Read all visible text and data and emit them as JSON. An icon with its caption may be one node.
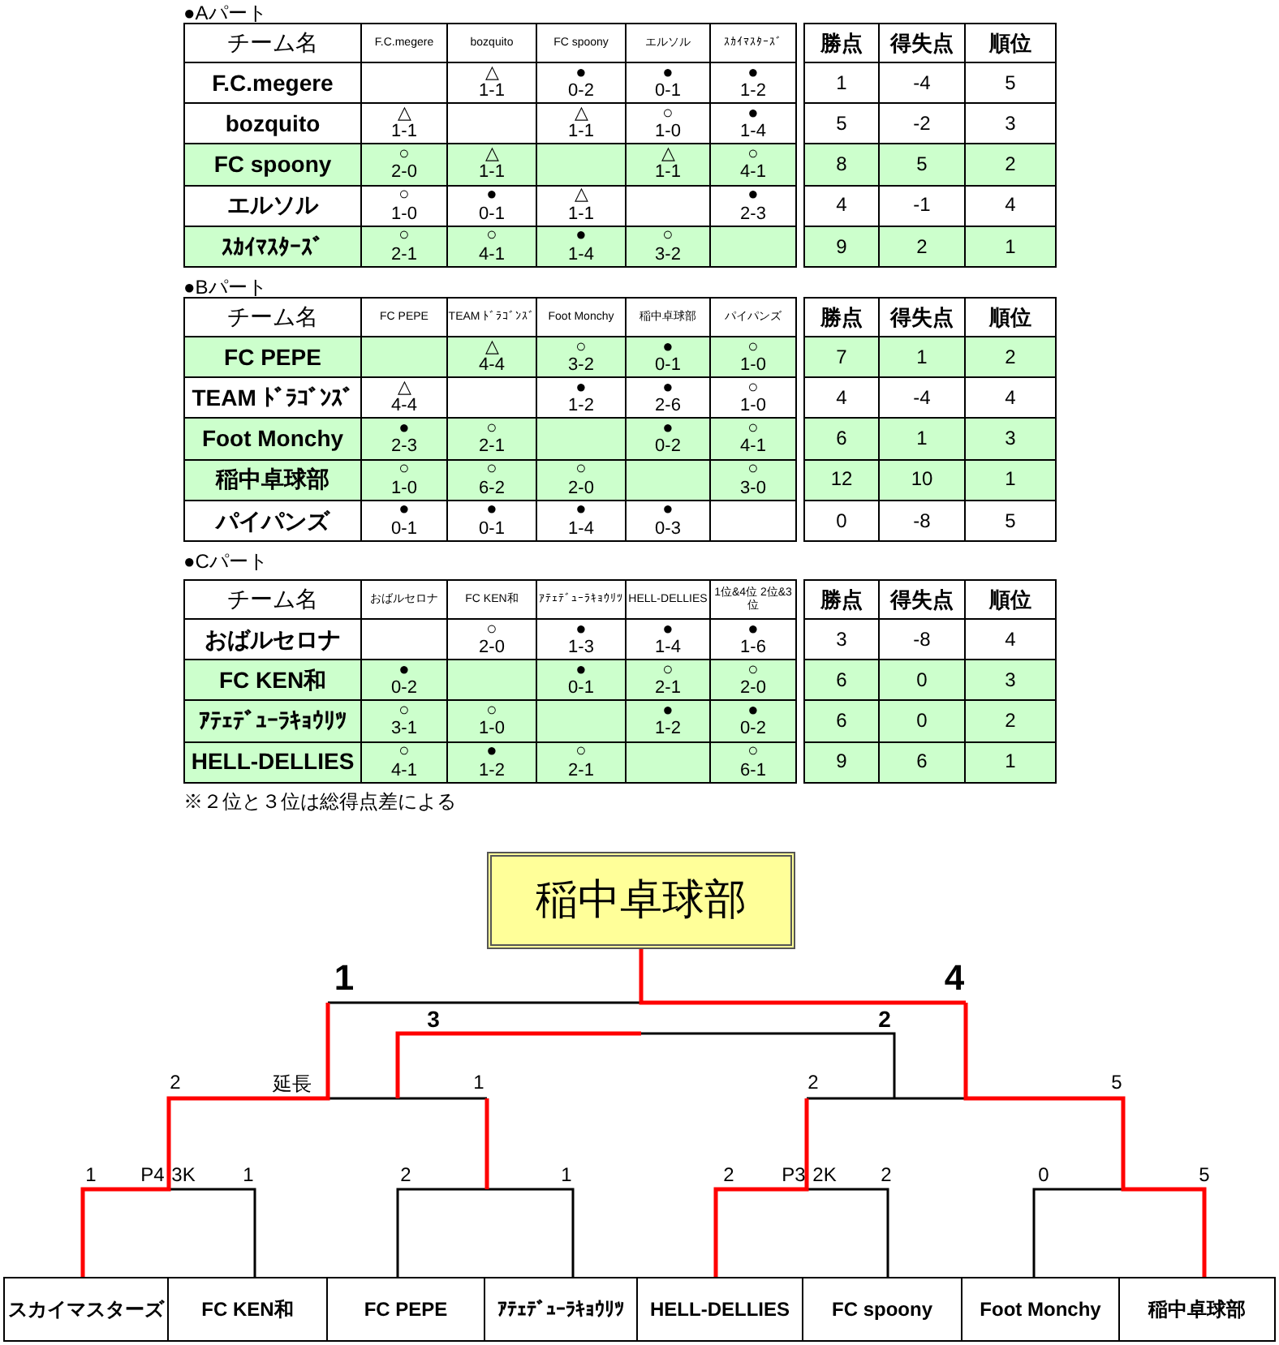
{
  "diagram": {
    "nodes": [
      {
        "text": [
          "稲中卓球部"
        ]
      },
      {
        "text": [
          "スカイマスターズ"
        ]
      },
      {
        "text": [
          "FC KEN和"
        ]
      },
      {
        "text": [
          "FC PEPE"
        ]
      },
      {
        "text": [
          "ｱﾃｪﾃﾞｭｰﾗｷｮｳﾘﾂ"
        ]
      },
      {
        "text": [
          "HELL-DELLIES"
        ]
      },
      {
        "text": [
          "FC spoony"
        ]
      },
      {
        "text": [
          "Foot Monchy"
        ]
      },
      {
        "text": [
          "稲中卓球部"
        ]
      }
    ],
    "edges": [],
    "labels": [
      "●Aパート",
      "チーム名",
      "F.C.megere",
      "bozquito",
      "FC spoony",
      "エルソル",
      "ｽｶｲﾏｽﾀｰｽﾞ",
      "勝点",
      "得失点",
      "順位",
      "F.C.megere",
      "△ 1-1",
      "● 0-2",
      "● 0-1",
      "● 1-2",
      "1",
      "-4",
      "5",
      "bozquito",
      "△ 1-1",
      "△ 1-1",
      "○ 1-0",
      "● 1-4",
      "5",
      "-2",
      "3",
      "FC spoony",
      "○ 2-0",
      "△ 1-1",
      "△ 1-1",
      "○ 4-1",
      "8",
      "5",
      "2",
      "エルソル",
      "○ 1-0",
      "● 0-1",
      "△ 1-1",
      "● 2-3",
      "4",
      "-1",
      "4",
      "ｽｶｲﾏｽﾀｰｽﾞ",
      "○ 2-1",
      "○ 4-1",
      "● 1-4",
      "○ 3-2",
      "9",
      "2",
      "1",
      "●Bパート",
      "チーム名",
      "FC PEPE",
      "TEAM ﾄﾞﾗｺﾞﾝｽﾞ",
      "Foot Monchy",
      "稲中卓球部",
      "パイパンズ",
      "勝点",
      "得失点",
      "順位",
      "FC PEPE",
      "△ 4-4",
      "○ 3-2",
      "● 0-1",
      "○ 1-0",
      "7",
      "1",
      "2",
      "TEAM ﾄﾞﾗｺﾞﾝｽﾞ",
      "△ 4-4",
      "● 1-2",
      "● 2-6",
      "○ 1-0",
      "4",
      "-4",
      "4",
      "Foot Monchy",
      "● 2-3",
      "○ 2-1",
      "● 0-2",
      "○ 4-1",
      "6",
      "1",
      "3",
      "稲中卓球部",
      "○ 1-0",
      "○ 6-2",
      "○ 2-0",
      "○ 3-0",
      "12",
      "10",
      "1",
      "パイパンズ",
      "● 0-1",
      "● 0-1",
      "● 1-4",
      "● 0-3",
      "0",
      "-8",
      "5",
      "●Cパート",
      "チーム名",
      "おばルセロナ",
      "FC KEN和",
      "ｱﾃｪﾃﾞｭｰﾗｷｮｳﾘﾂ",
      "HELL-DELLIES",
      "1位&4位 2位&3位",
      "勝点",
      "得失点",
      "順位",
      "おばルセロナ",
      "○ 2-0",
      "● 1-3",
      "● 1-4",
      "● 1-6",
      "3",
      "-8",
      "4",
      "FC KEN和",
      "● 0-2",
      "● 0-1",
      "○ 2-1",
      "○ 2-0",
      "6",
      "0",
      "3",
      "ｱﾃｪﾃﾞｭｰﾗｷｮｳﾘﾂ",
      "○ 3-1",
      "○ 1-0",
      "● 1-2",
      "● 0-2",
      "6",
      "0",
      "2",
      "HELL-DELLIES",
      "○ 4-1",
      "● 1-2",
      "○ 2-1",
      "○ 6-1",
      "9",
      "6",
      "1",
      "※２位と３位は総得点差による",
      "1",
      "4",
      "3",
      "2",
      "2",
      "延長",
      "1",
      "2",
      "5",
      "1",
      "P4",
      "3K",
      "1",
      "2",
      "1",
      "2",
      "P3",
      "2K",
      "2",
      "0",
      "5"
    ]
  }
}
